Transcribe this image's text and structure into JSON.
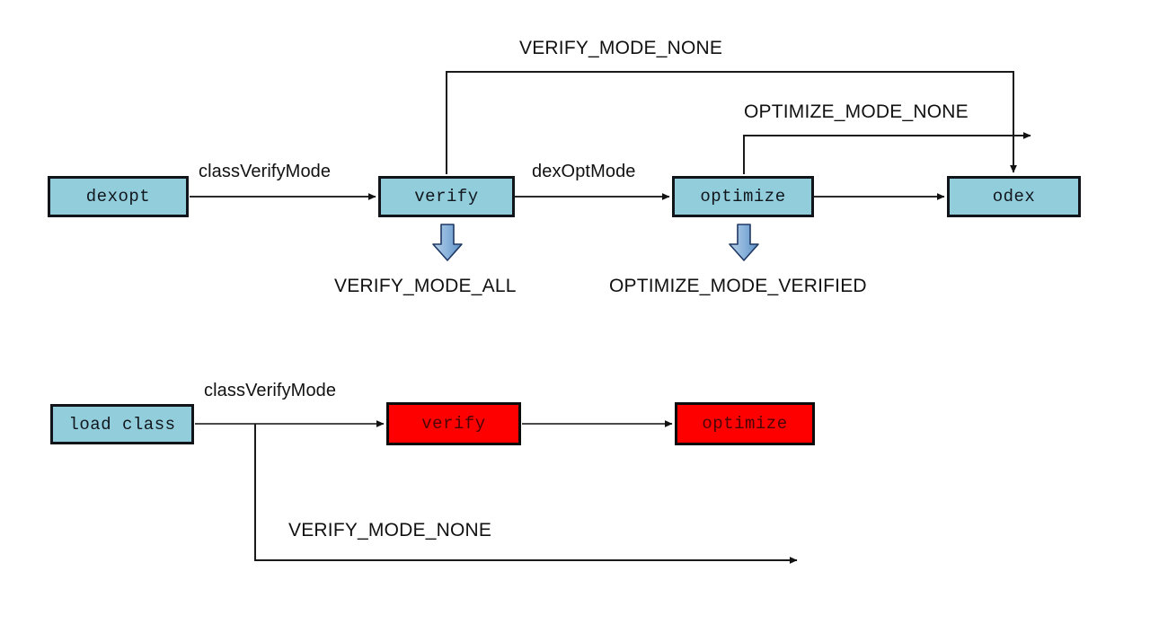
{
  "diagram": {
    "title": "dexopt / class-loading verification and optimization flow",
    "background": "#ffffff",
    "colors": {
      "node_blue_fill": "#92cddc",
      "node_red_fill": "#fe0000",
      "node_border": "#111418",
      "red_text": "#4a0505",
      "line": "#1a1a1a",
      "block_arrow_fill": "#8ab4dd",
      "block_arrow_stroke": "#1f3864"
    },
    "top_flow": {
      "nodes": [
        {
          "id": "dexopt",
          "label": "dexopt",
          "style": "blue"
        },
        {
          "id": "verify",
          "label": "verify",
          "style": "blue"
        },
        {
          "id": "optimize",
          "label": "optimize",
          "style": "blue"
        },
        {
          "id": "odex",
          "label": "odex",
          "style": "blue"
        }
      ],
      "edge_labels": [
        {
          "id": "dexopt-to-verify",
          "text": "classVerifyMode"
        },
        {
          "id": "verify-to-optimize",
          "text": "dexOptMode"
        },
        {
          "id": "verify-bypass",
          "text": "VERIFY_MODE_NONE"
        },
        {
          "id": "optimize-bypass",
          "text": "OPTIMIZE_MODE_NONE"
        }
      ],
      "down_annotations": [
        {
          "id": "verify-mode-all",
          "text": "VERIFY_MODE_ALL"
        },
        {
          "id": "optimize-mode-verified",
          "text": "OPTIMIZE_MODE_VERIFIED"
        }
      ]
    },
    "bottom_flow": {
      "nodes": [
        {
          "id": "load-class",
          "label": "load class",
          "style": "blue"
        },
        {
          "id": "verify-rt",
          "label": "verify",
          "style": "red"
        },
        {
          "id": "optimize-rt",
          "label": "optimize",
          "style": "red"
        }
      ],
      "edge_labels": [
        {
          "id": "loadclass-to-verify",
          "text": "classVerifyMode"
        },
        {
          "id": "loadclass-bypass",
          "text": "VERIFY_MODE_NONE"
        }
      ]
    }
  }
}
